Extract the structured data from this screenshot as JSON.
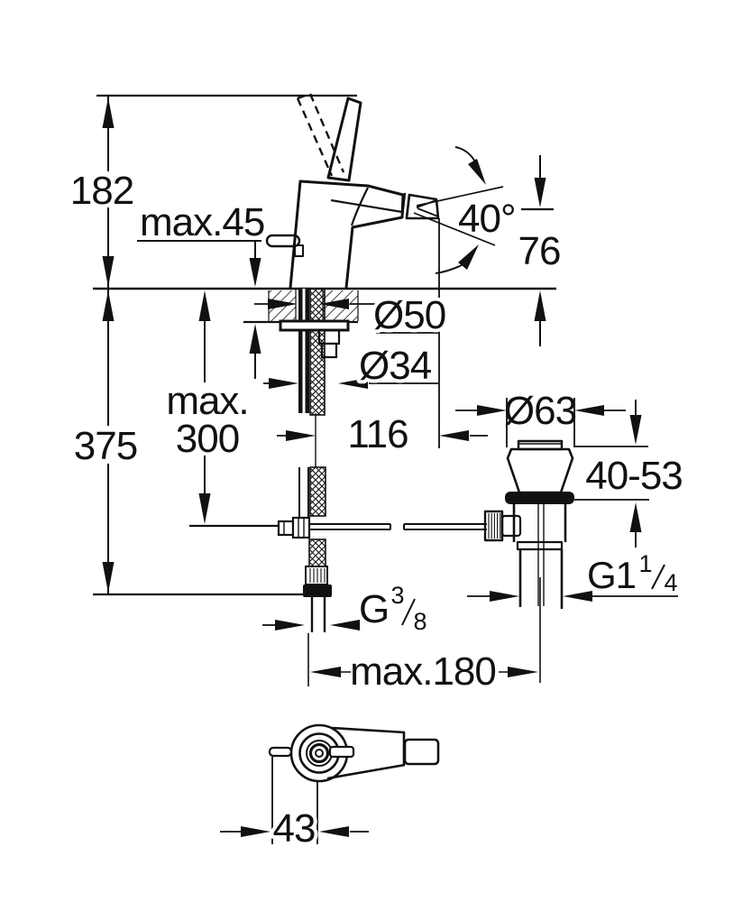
{
  "drawing": {
    "labels": {
      "height_total": "182",
      "deck_thickness": "max.45",
      "swivel_angle": "40°",
      "spout_height": "76",
      "base_dia": "Ø50",
      "shank_dia": "Ø34",
      "depth_total": "375",
      "riser_max_line1": "max.",
      "riser_max_line2": "300",
      "outlet_offset": "116",
      "waste_dia": "Ø63",
      "plug_range": "40-53",
      "waste_thread_main": "G1",
      "waste_thread_sup": "1",
      "waste_thread_sub": "4",
      "supply_thread_main": "G",
      "supply_thread_sup": "3",
      "supply_thread_sub": "8",
      "reach_max": "max.180",
      "handle_offset": "43"
    },
    "colors": {
      "ink": "#111111",
      "paper": "#ffffff"
    }
  }
}
